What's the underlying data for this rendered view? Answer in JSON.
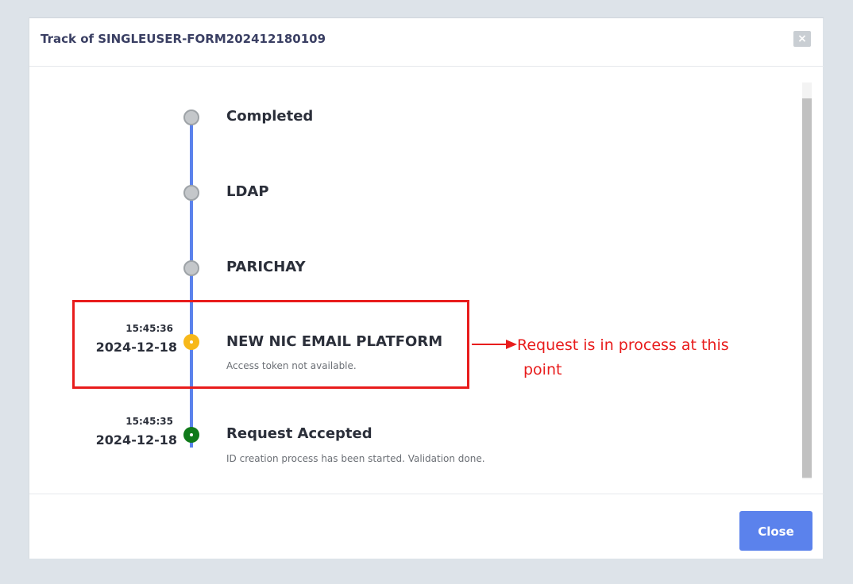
{
  "modal": {
    "title": "Track of SINGLEUSER-FORM202412180109",
    "close_icon": "×",
    "close_button_label": "Close"
  },
  "steps": [
    {
      "title": "Completed",
      "status": "pending"
    },
    {
      "title": "LDAP",
      "status": "pending"
    },
    {
      "title": "PARICHAY",
      "status": "pending"
    },
    {
      "title": "NEW NIC EMAIL PLATFORM",
      "status": "in-process",
      "time": "15:45:36",
      "date": "2024-12-18",
      "description": "Access token not available."
    },
    {
      "title": "Request Accepted",
      "status": "done",
      "time": "15:45:35",
      "date": "2024-12-18",
      "description": "ID creation process has been started. Validation done."
    }
  ],
  "annotation": {
    "line1": "Request is in process at this",
    "line2": "point"
  },
  "colors": {
    "accent": "#5b82ec",
    "pending": "#c4c7ca",
    "in_process": "#f7b81a",
    "done": "#0f7a1a",
    "annotation": "#e81c1c"
  }
}
